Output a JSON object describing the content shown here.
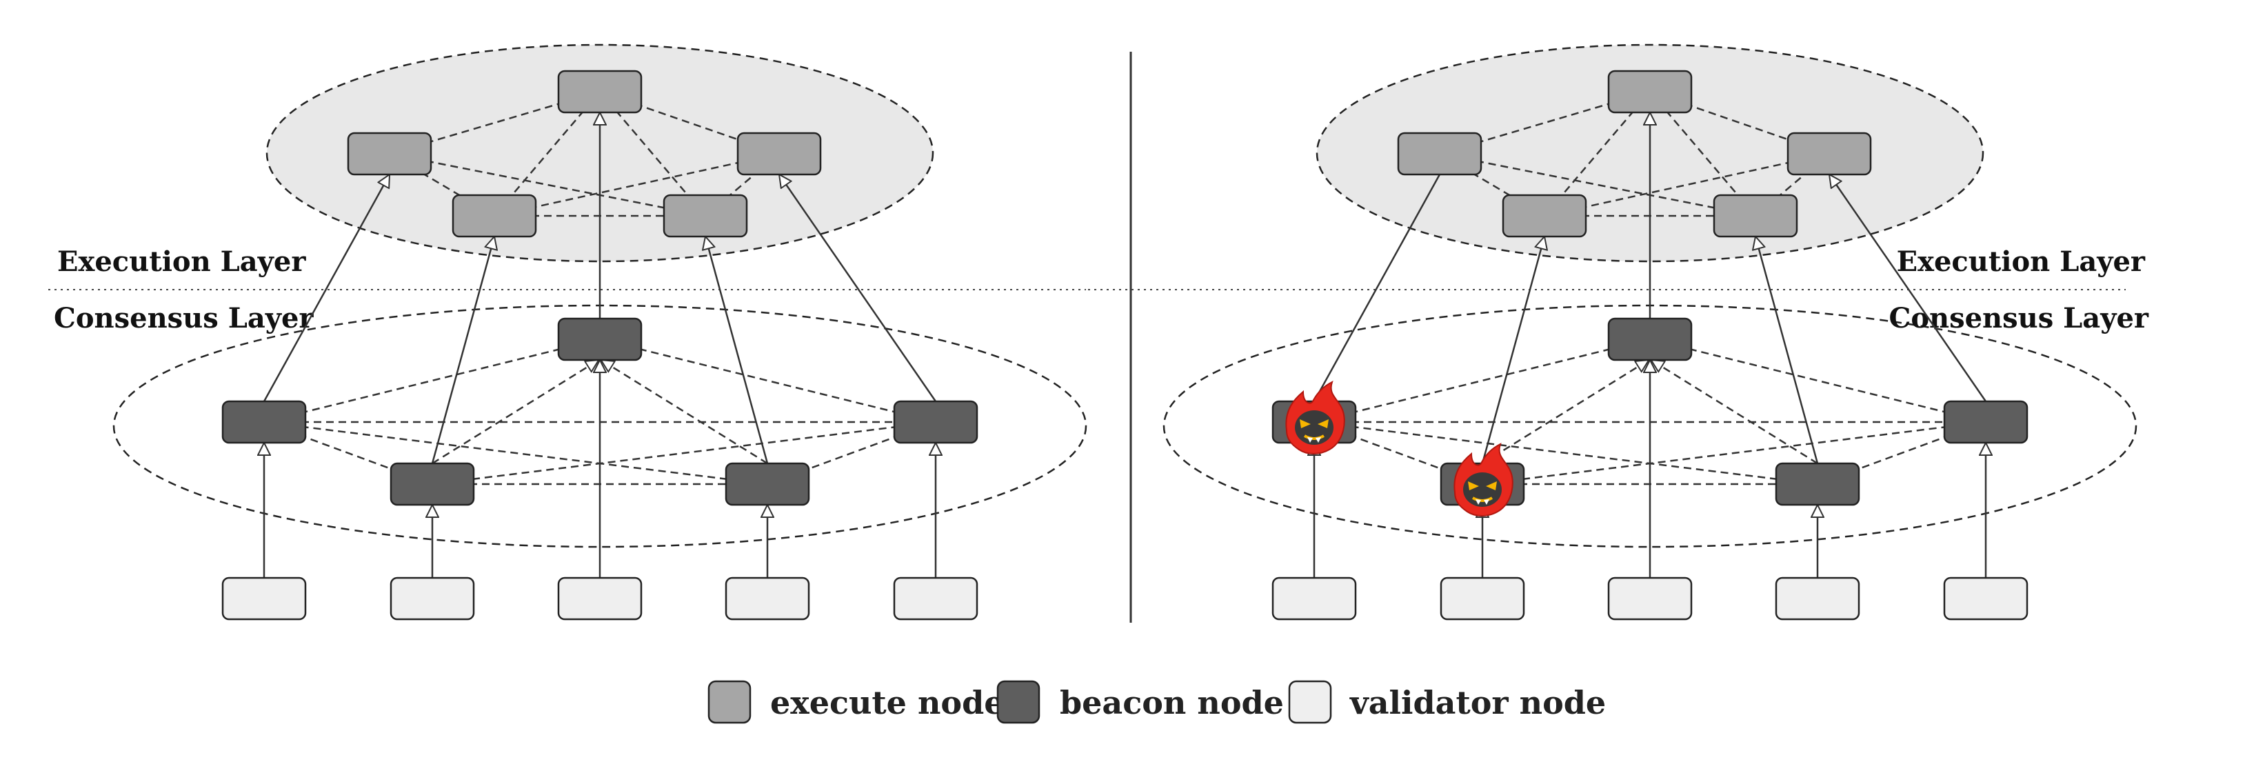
{
  "panels": {
    "left": {
      "execution_label": "Execution Layer",
      "consensus_label": "Consensus Layer",
      "compromised_beacons": []
    },
    "right": {
      "execution_label": "Execution Layer",
      "consensus_label": "Consensus Layer",
      "compromised_beacons": [
        0,
        3
      ]
    }
  },
  "legend": {
    "execute": "execute node",
    "beacon": "beacon node",
    "validator": "validator node"
  },
  "colors": {
    "execute_node": "#a6a6a6",
    "beacon_node": "#5e5e5e",
    "validator_node": "#efefef",
    "execution_ellipse": "#e8e8e8",
    "malicious_flame": "#e8281e",
    "malicious_face": "#3a3a3a"
  },
  "icons": {
    "malicious": "angry-flame-icon"
  }
}
